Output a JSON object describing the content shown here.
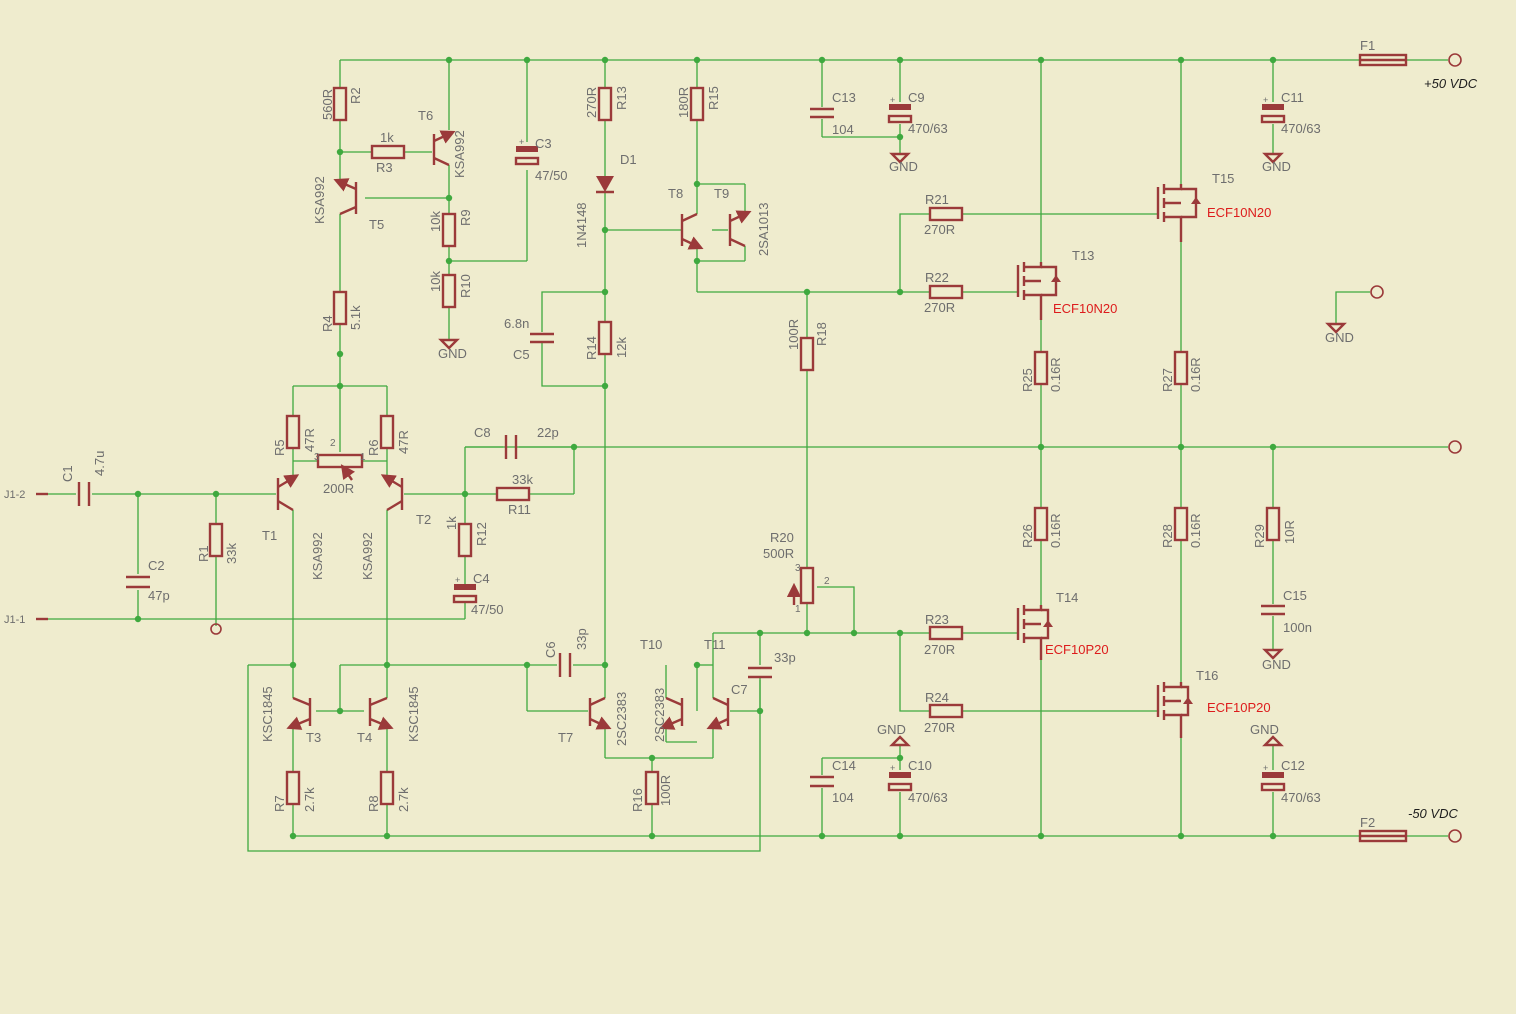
{
  "colors": {
    "background": "#efecce",
    "wire": "#3fa93f",
    "component": "#9b3a3a",
    "label": "#6e6e6e",
    "part_highlight": "#dd1c1c",
    "rail_text": "#1e1e1e"
  },
  "rails": {
    "pos": "+50 VDC",
    "neg": "-50 VDC"
  },
  "connectors": {
    "in_signal": "J1-2",
    "in_ground": "J1-1"
  },
  "gnd": "GND",
  "resistors": [
    {
      "id": "r2",
      "name": "R2",
      "value": "560R"
    },
    {
      "id": "r3",
      "name": "R3",
      "value": "1k"
    },
    {
      "id": "r9",
      "name": "R9",
      "value": "10k"
    },
    {
      "id": "r10",
      "name": "R10",
      "value": "10k"
    },
    {
      "id": "r4",
      "name": "R4",
      "value": "5.1k"
    },
    {
      "id": "r5",
      "name": "R5",
      "value": "47R"
    },
    {
      "id": "r6",
      "name": "R6",
      "value": "47R"
    },
    {
      "id": "r1",
      "name": "R1",
      "value": "33k"
    },
    {
      "id": "r11",
      "name": "R11",
      "value": "33k"
    },
    {
      "id": "r12",
      "name": "R12",
      "value": "1k"
    },
    {
      "id": "r7",
      "name": "R7",
      "value": "2.7k"
    },
    {
      "id": "r8",
      "name": "R8",
      "value": "2.7k"
    },
    {
      "id": "r13",
      "name": "R13",
      "value": "270R"
    },
    {
      "id": "r14",
      "name": "R14",
      "value": "12k"
    },
    {
      "id": "r15",
      "name": "R15",
      "value": "180R"
    },
    {
      "id": "r16",
      "name": "R16",
      "value": "100R"
    },
    {
      "id": "r18",
      "name": "R18",
      "value": "100R"
    },
    {
      "id": "r21",
      "name": "R21",
      "value": "270R"
    },
    {
      "id": "r22",
      "name": "R22",
      "value": "270R"
    },
    {
      "id": "r23",
      "name": "R23",
      "value": "270R"
    },
    {
      "id": "r24",
      "name": "R24",
      "value": "270R"
    },
    {
      "id": "r25",
      "name": "R25",
      "value": "0.16R"
    },
    {
      "id": "r26",
      "name": "R26",
      "value": "0.16R"
    },
    {
      "id": "r27",
      "name": "R27",
      "value": "0.16R"
    },
    {
      "id": "r28",
      "name": "R28",
      "value": "0.16R"
    },
    {
      "id": "r29",
      "name": "R29",
      "value": "10R"
    }
  ],
  "trimmers": [
    {
      "id": "r19",
      "value": "200R",
      "pins": [
        "3",
        "2",
        "1"
      ]
    },
    {
      "id": "r20",
      "name": "R20",
      "value": "500R",
      "pins": [
        "3",
        "2",
        "1"
      ]
    }
  ],
  "capacitors": [
    {
      "id": "c1",
      "name": "C1",
      "value": "4.7u"
    },
    {
      "id": "c2",
      "name": "C2",
      "value": "47p"
    },
    {
      "id": "c3",
      "name": "C3",
      "value": "47/50"
    },
    {
      "id": "c4",
      "name": "C4",
      "value": "47/50"
    },
    {
      "id": "c5",
      "name": "C5",
      "value": "6.8n"
    },
    {
      "id": "c6",
      "name": "C6",
      "value": "33p"
    },
    {
      "id": "c7",
      "name": "C7",
      "value": "33p"
    },
    {
      "id": "c8",
      "name": "C8",
      "value": "22p"
    },
    {
      "id": "c9",
      "name": "C9",
      "value": "470/63"
    },
    {
      "id": "c10",
      "name": "C10",
      "value": "470/63"
    },
    {
      "id": "c11",
      "name": "C11",
      "value": "470/63"
    },
    {
      "id": "c12",
      "name": "C12",
      "value": "470/63"
    },
    {
      "id": "c13",
      "name": "C13",
      "value": "104"
    },
    {
      "id": "c14",
      "name": "C14",
      "value": "104"
    },
    {
      "id": "c15",
      "name": "C15",
      "value": "100n"
    }
  ],
  "transistors": [
    {
      "id": "t1",
      "name": "T1",
      "part": "KSA992"
    },
    {
      "id": "t2",
      "name": "T2",
      "part": "KSA992"
    },
    {
      "id": "t3",
      "name": "T3",
      "part": "KSC1845"
    },
    {
      "id": "t4",
      "name": "T4",
      "part": "KSC1845"
    },
    {
      "id": "t5",
      "name": "T5",
      "part": "KSA992"
    },
    {
      "id": "t6",
      "name": "T6",
      "part": "KSA992"
    },
    {
      "id": "t7",
      "name": "T7",
      "part": "2SC2383"
    },
    {
      "id": "t8",
      "name": "T8",
      "part": ""
    },
    {
      "id": "t9",
      "name": "T9",
      "part": "2SA1013"
    },
    {
      "id": "t10",
      "name": "T10",
      "part": "2SC2383"
    },
    {
      "id": "t11",
      "name": "T11",
      "part": ""
    }
  ],
  "mosfets": [
    {
      "id": "t13",
      "name": "T13",
      "part": "ECF10N20"
    },
    {
      "id": "t14",
      "name": "T14",
      "part": "ECF10P20"
    },
    {
      "id": "t15",
      "name": "T15",
      "part": "ECF10N20"
    },
    {
      "id": "t16",
      "name": "T16",
      "part": "ECF10P20"
    }
  ],
  "diode": {
    "name": "D1",
    "part": "1N4148"
  },
  "fuses": [
    {
      "id": "f1",
      "name": "F1"
    },
    {
      "id": "f2",
      "name": "F2"
    }
  ]
}
